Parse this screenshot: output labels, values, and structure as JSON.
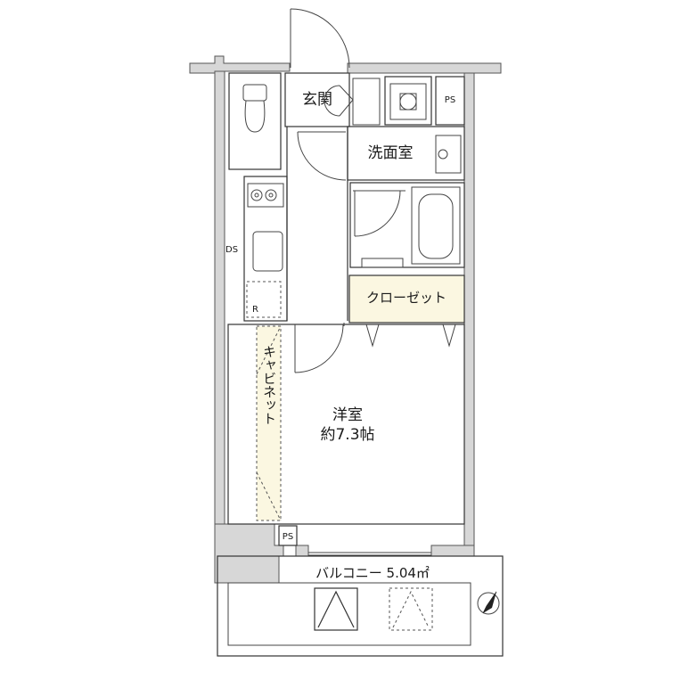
{
  "rooms": {
    "entrance": "玄関",
    "washroom": "洗面室",
    "closet": "クローゼット",
    "western_room": "洋室",
    "western_room_size": "約7.3帖",
    "cabinet": "キャビネット",
    "balcony": "バルコニー 5.04㎡"
  },
  "labels": {
    "ps_top": "PS",
    "ps_bottom": "PS",
    "ds": "DS",
    "refrigerator": "R"
  },
  "colors": {
    "wall": "#d7d7d7",
    "highlight": "#fbf7e1",
    "line": "#333333"
  },
  "icons": {
    "compass": "north-compass-icon"
  }
}
